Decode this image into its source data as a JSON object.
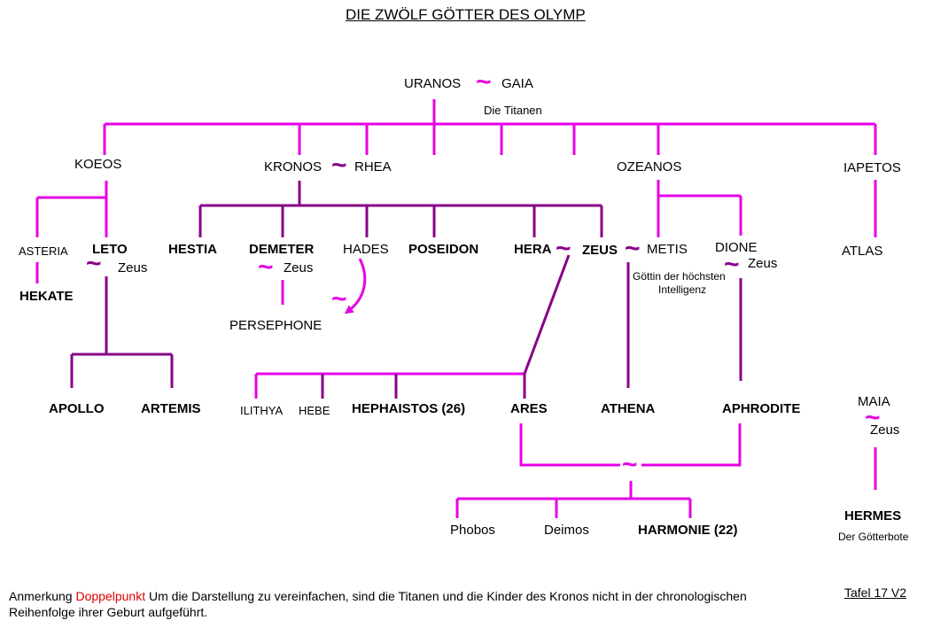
{
  "title": "DIE ZWÖLF GÖTTER DES OLYMP",
  "tilde": "~",
  "names": {
    "uranos": "URANOS",
    "gaia": "GAIA",
    "titanen": "Die Titanen",
    "koeos": "KOEOS",
    "kronos": "KRONOS",
    "rhea": "RHEA",
    "ozeanos": "OZEANOS",
    "iapetos": "IAPETOS",
    "asteria": "ASTERIA",
    "leto": "LETO",
    "zeus": "Zeus",
    "zeus_caps": "ZEUS",
    "hekate": "HEKATE",
    "hestia": "HESTIA",
    "demeter": "DEMETER",
    "hades": "HADES",
    "poseidon": "POSEIDON",
    "hera": "HERA",
    "metis": "METIS",
    "metis_desc_1": "Göttin der höchsten",
    "metis_desc_2": "Intelligenz",
    "dione": "DIONE",
    "atlas": "ATLAS",
    "persephone": "PERSEPHONE",
    "apollo": "APOLLO",
    "artemis": "ARTEMIS",
    "ilithya": "ILITHYA",
    "hebe": "HEBE",
    "hephaistos": "HEPHAISTOS (26)",
    "ares": "ARES",
    "athena": "ATHENA",
    "aphrodite": "APHRODITE",
    "maia": "MAIA",
    "phobos": "Phobos",
    "deimos": "Deimos",
    "harmonie": "HARMONIE (22)",
    "hermes": "HERMES",
    "hermes_desc": "Der Götterbote"
  },
  "colors": {
    "magenta": "#e600e6",
    "purple": "#880088",
    "note_red": "#e00000"
  },
  "note": {
    "prefix": "Anmerkung ",
    "highlight": "Doppelpunkt",
    "text": " Um die Darstellung zu vereinfachen, sind die Titanen und die Kinder des Kronos nicht in der chronologischen Reihenfolge ihrer Geburt aufgeführt."
  },
  "tafel": "Tafel 17 V2"
}
